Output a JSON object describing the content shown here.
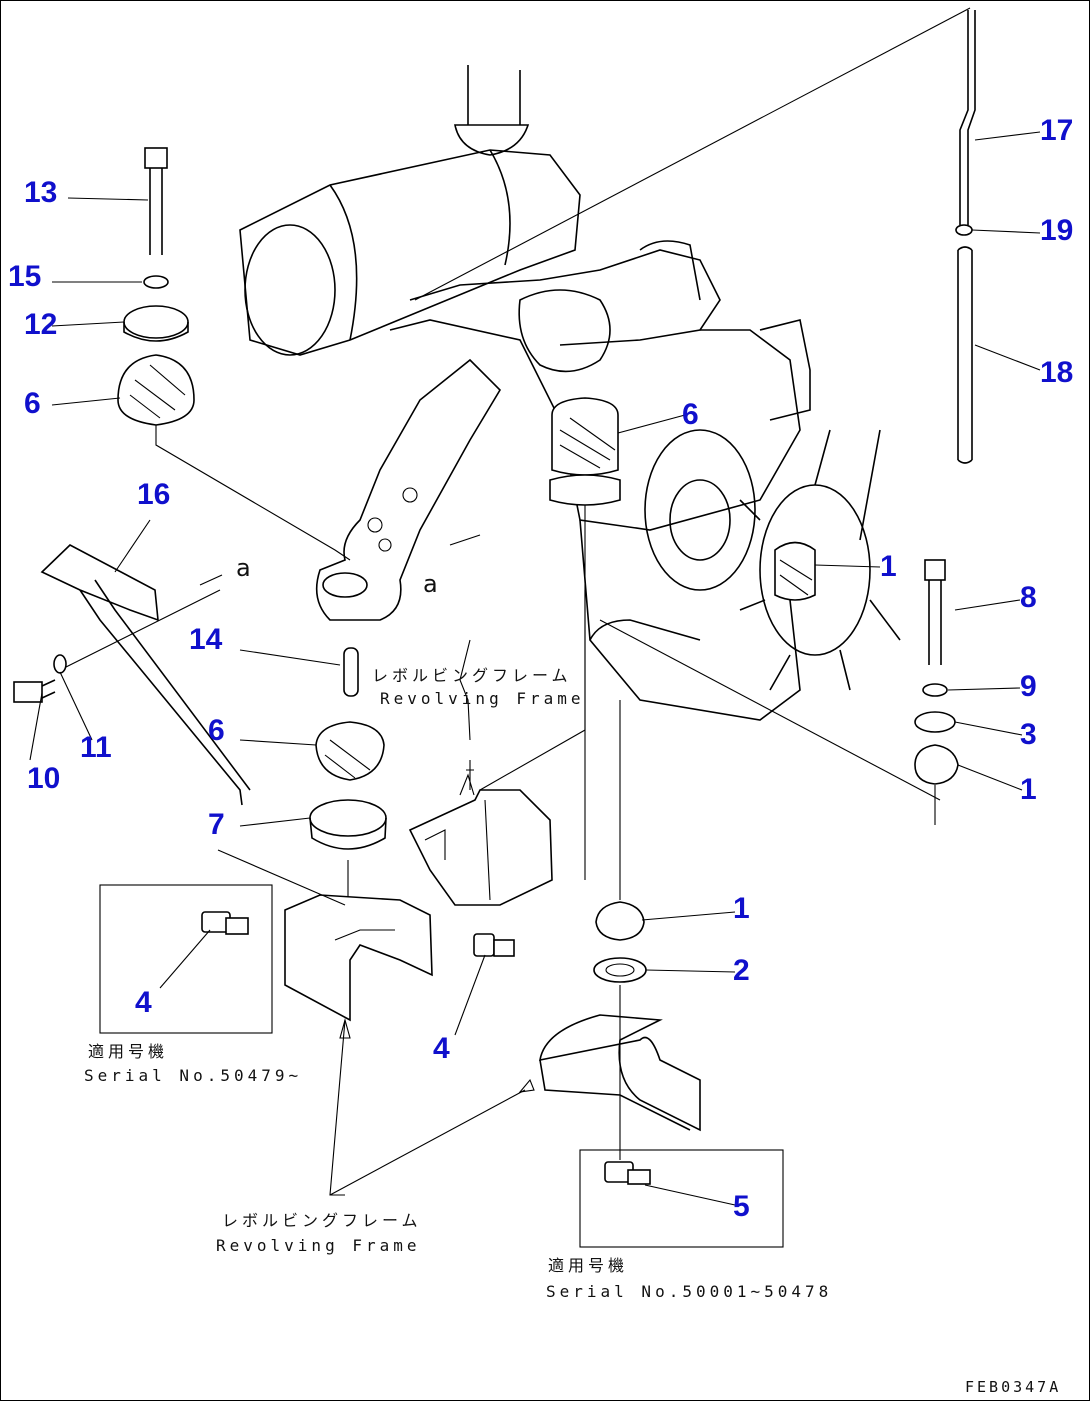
{
  "drawing_code": "FEB0347A",
  "view_letters": [
    "a",
    "a"
  ],
  "notes": {
    "revolving_frame_jp": "レボルビングフレーム",
    "revolving_frame_en": "Revolving Frame",
    "applicable_serial_jp": "適用号機",
    "serial_upper": "Serial No.50479~",
    "serial_lower": "Serial No.50001~50478"
  },
  "callouts": [
    "1",
    "1",
    "1",
    "2",
    "3",
    "4",
    "4",
    "5",
    "6",
    "6",
    "6",
    "7",
    "8",
    "9",
    "10",
    "11",
    "12",
    "13",
    "14",
    "15",
    "16",
    "17",
    "18",
    "19"
  ],
  "colors": {
    "callout": "#1010cc",
    "line": "#000000"
  }
}
